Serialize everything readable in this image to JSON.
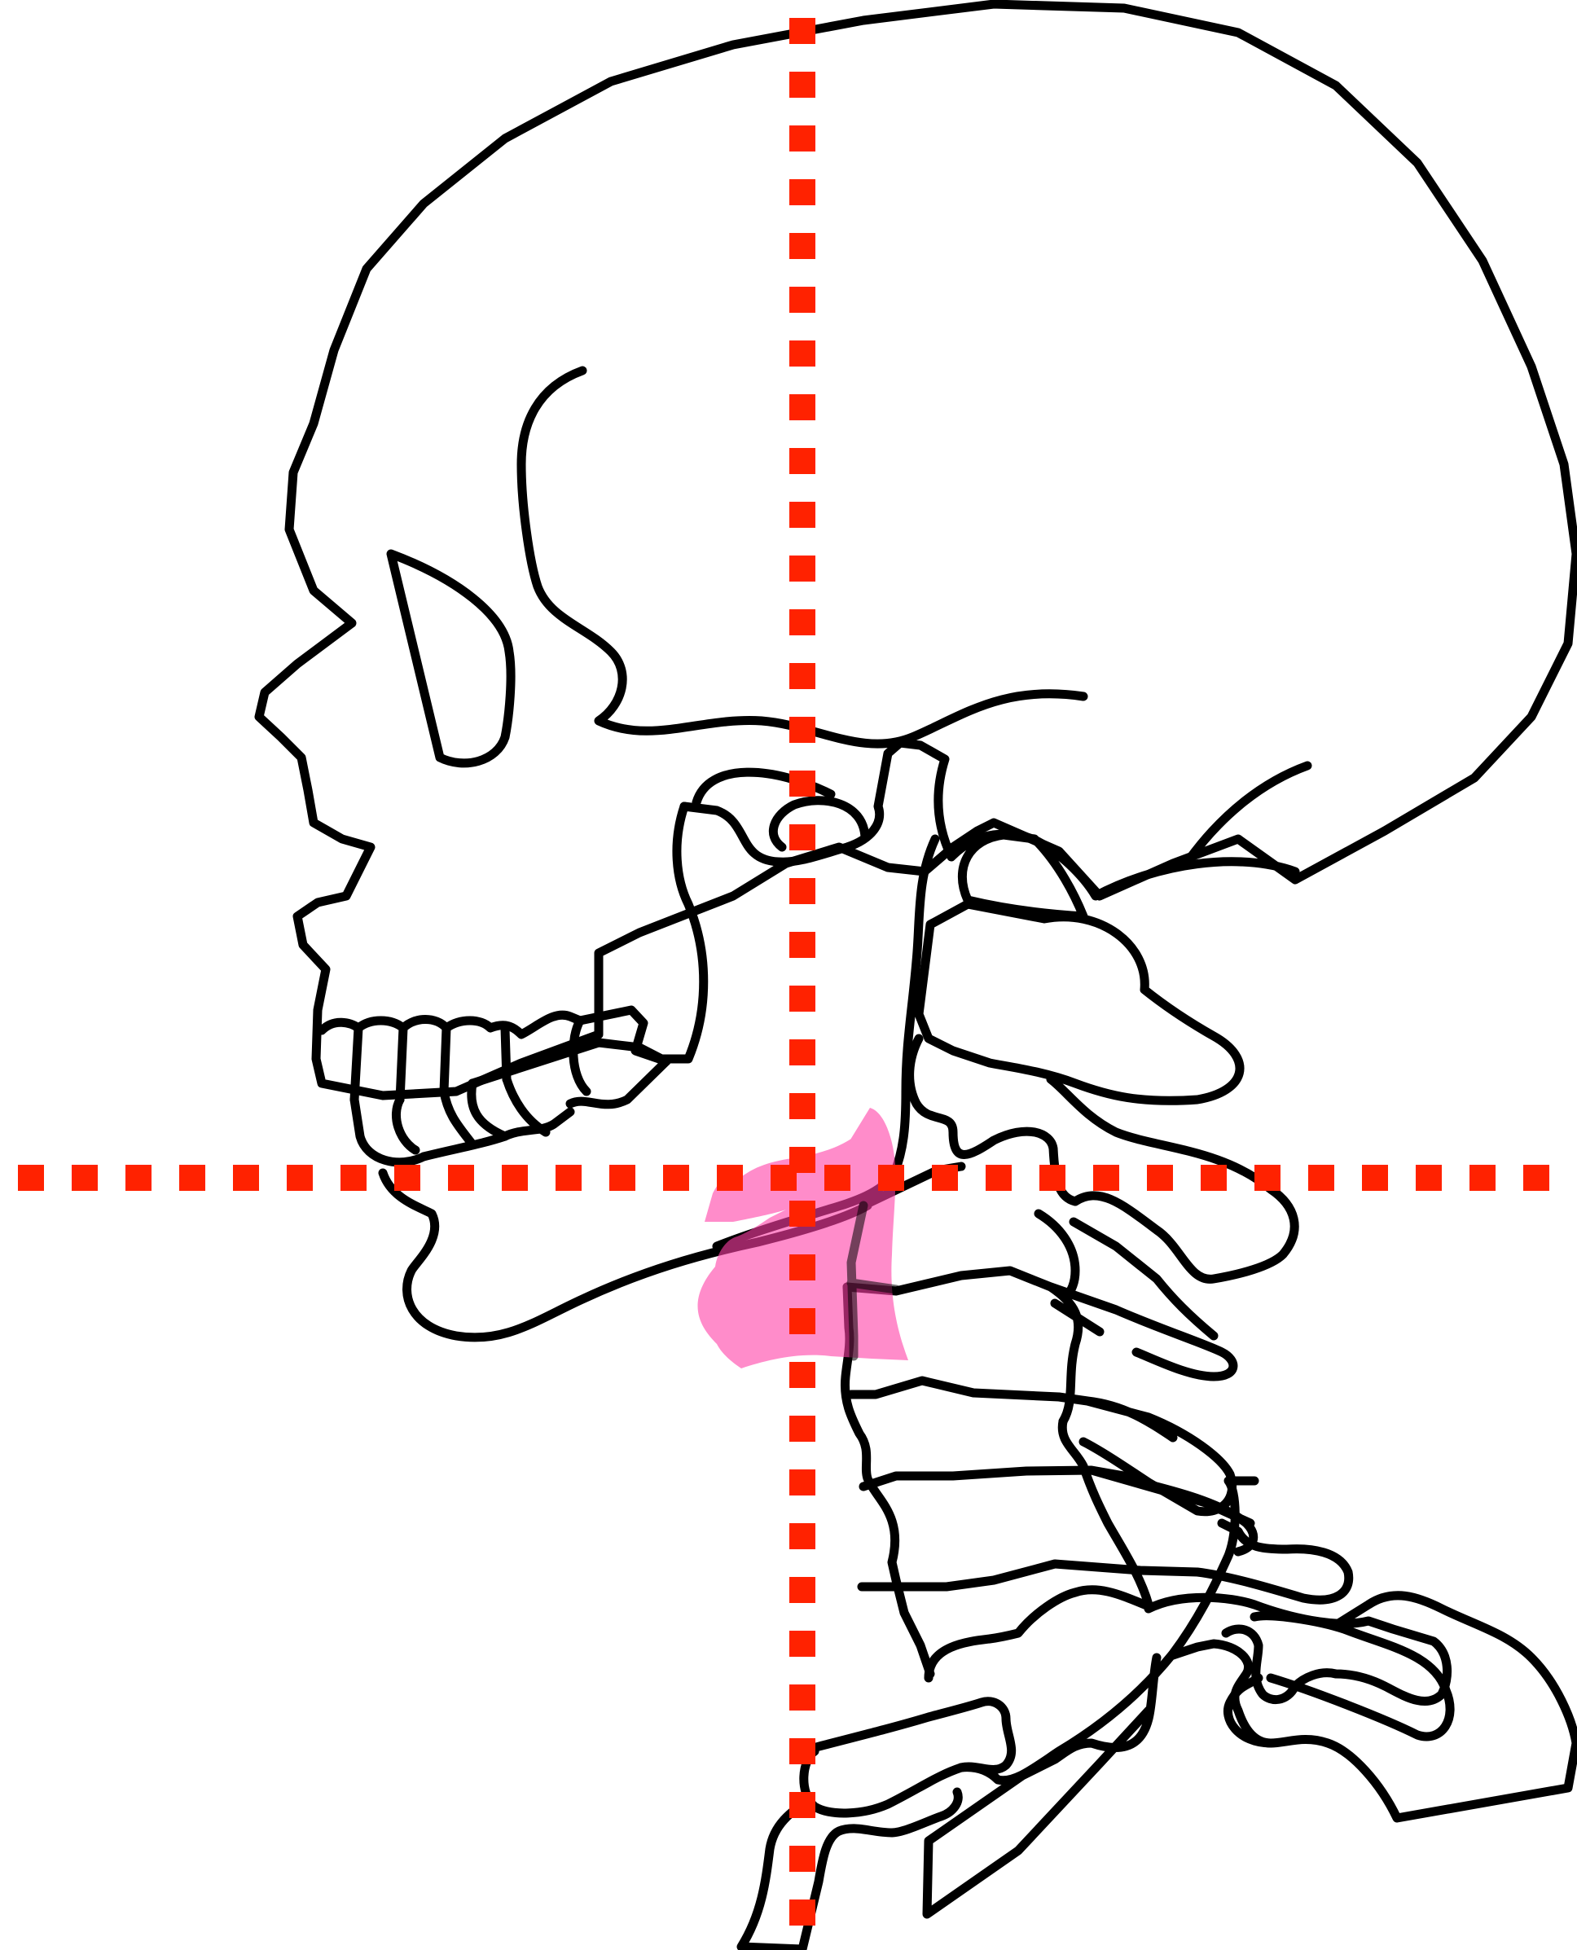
{
  "figure": {
    "subject": "skull-and-cervical-spine-lateral-view",
    "colors": {
      "outline": "#000000",
      "background": "#ffffff",
      "guide_lines": "#ff2200",
      "highlight": "#ff3fa6"
    },
    "guides": [
      "vertical-reference-line",
      "horizontal-reference-line"
    ],
    "highlight_region": "throat-hyoid-area"
  }
}
